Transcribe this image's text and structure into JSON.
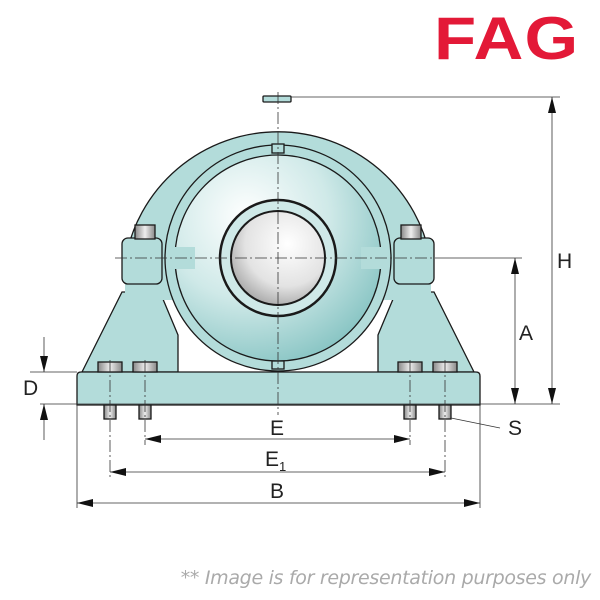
{
  "logo": {
    "text": "FAG",
    "color": "#e31937"
  },
  "colors": {
    "housing": "#b3dcda",
    "outline": "#1a1a1a",
    "dimension": "#333333"
  },
  "dimensions": {
    "H": "H",
    "A": "A",
    "D": "D",
    "S": "S",
    "E": "E",
    "E1_main": "E",
    "E1_sub": "1",
    "B": "B"
  },
  "disclaimer": "** Image is for representation purposes only"
}
